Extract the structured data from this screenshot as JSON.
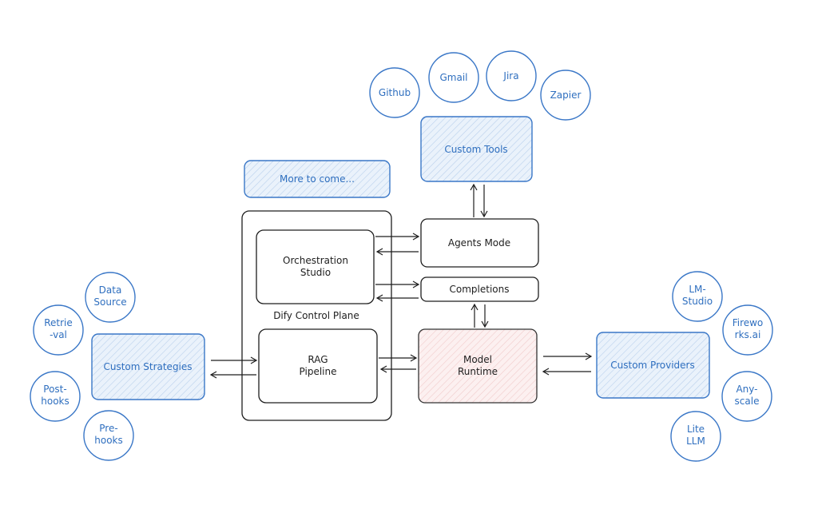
{
  "blue_boxes": {
    "more_to_come": "More to come...",
    "custom_tools": "Custom Tools",
    "custom_strategies": "Custom Strategies",
    "custom_providers": "Custom Providers"
  },
  "core": {
    "control_plane": "Dify Control Plane",
    "orchestration": [
      "Orchestration",
      "Studio"
    ],
    "rag": [
      "RAG",
      "Pipeline"
    ],
    "agents_mode": "Agents Mode",
    "completions": "Completions",
    "model_runtime": [
      "Model",
      "Runtime"
    ]
  },
  "tools": {
    "github": "Github",
    "gmail": "Gmail",
    "jira": "Jira",
    "zapier": "Zapier"
  },
  "strategies": {
    "data_source": [
      "Data",
      "Source"
    ],
    "retrieval": [
      "Retrie",
      "-val"
    ],
    "post_hooks": [
      "Post-",
      "hooks"
    ],
    "pre_hooks": [
      "Pre-",
      "hooks"
    ]
  },
  "providers": {
    "lm_studio": [
      "LM-",
      "Studio"
    ],
    "fireworks": [
      "Firewo",
      "rks.ai"
    ],
    "anyscale": [
      "Any-",
      "scale"
    ],
    "lite_llm": [
      "Lite",
      "LLM"
    ]
  },
  "colors": {
    "blue_stroke": "#3a77c7",
    "blue_text": "#2f6fbf",
    "blue_fill": "#e8f0fa",
    "pink_fill": "#fbe9e9",
    "dark": "#1e1e1e"
  },
  "icons": [
    "arrow-right-icon",
    "arrow-left-icon",
    "arrow-up-icon",
    "arrow-down-icon"
  ]
}
